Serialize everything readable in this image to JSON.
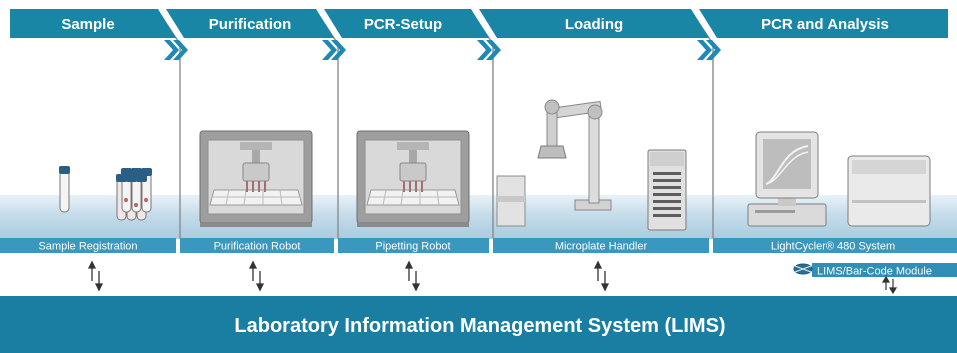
{
  "stages": [
    {
      "title": "Sample",
      "caption": "Sample Registration"
    },
    {
      "title": "Purification",
      "caption": "Purification Robot"
    },
    {
      "title": "PCR-Setup",
      "caption": "Pipetting Robot"
    },
    {
      "title": "Loading",
      "caption": "Microplate Handler"
    },
    {
      "title": "PCR and Analysis",
      "caption": "LightCycler® 480 System"
    }
  ],
  "lims_module": {
    "label": "LIMS/Bar-Code Module",
    "icon": "barcode-module-icon"
  },
  "lims_bar": {
    "label": "Laboratory Information Management System (LIMS)"
  },
  "colors": {
    "header_teal": "#1a86a6",
    "header_dark": "#0d6e8e",
    "floor_blue": "#b4d4e6",
    "caption_bar": "#3a97bd",
    "lims_bar": "#1a7ea3",
    "chevron": "#1d89b4"
  },
  "icons": [
    "double-chevron-icon",
    "up-down-arrows-icon",
    "sample-tube-icon",
    "robot-enclosure-icon",
    "robotic-arm-icon",
    "plate-stacker-icon",
    "pc-monitor-icon",
    "pcr-instrument-icon"
  ]
}
